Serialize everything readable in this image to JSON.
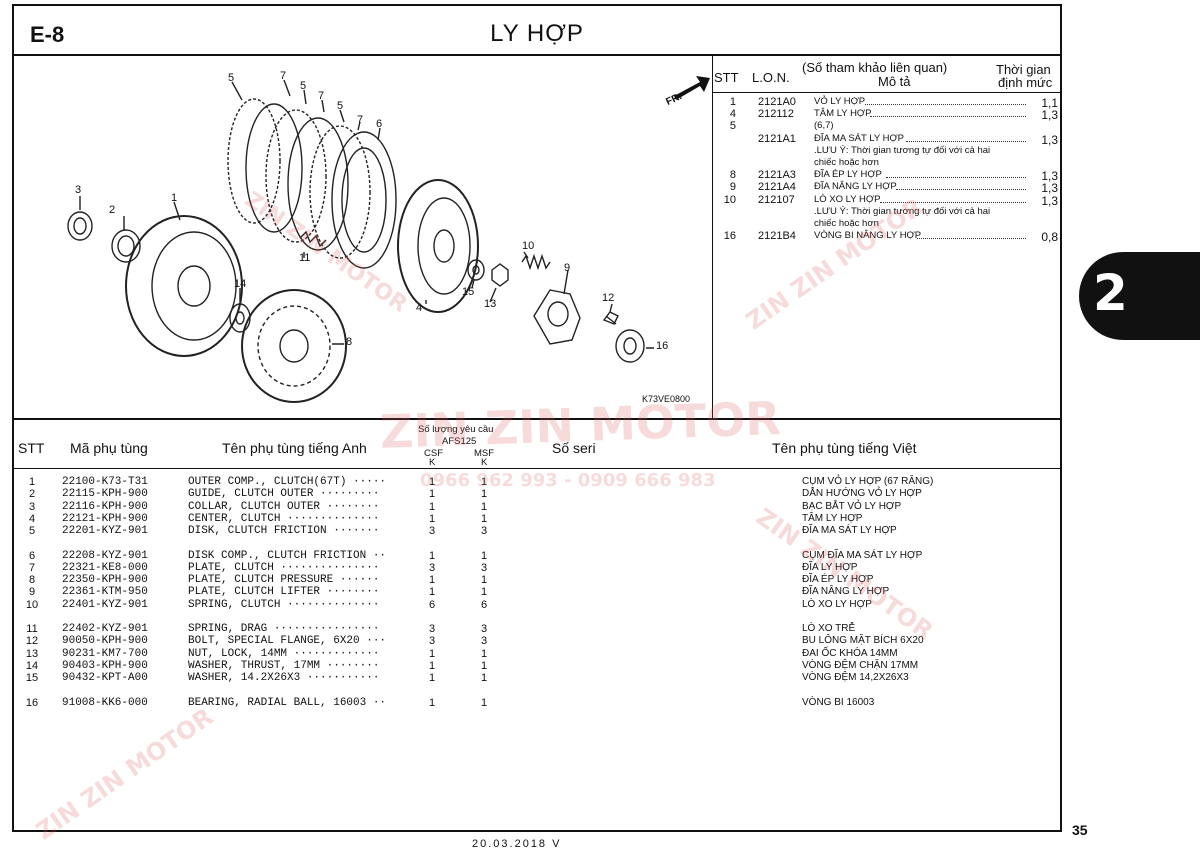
{
  "page": {
    "code": "E-8",
    "title": "LY HỢP",
    "page_number": "35",
    "section_tab": "2",
    "footer_date": "20.03.2018  V"
  },
  "diagram": {
    "id_label": "K73VE0800",
    "fr_label": "FR.",
    "callouts": [
      "5",
      "7",
      "5",
      "7",
      "5",
      "7",
      "6",
      "3",
      "1",
      "2",
      "11",
      "14",
      "8",
      "4",
      "15",
      "13",
      "10",
      "9",
      "12",
      "16"
    ]
  },
  "reference": {
    "headers": {
      "stt": "STT",
      "lon": "L.O.N.",
      "desc_line1": "(Số tham khảo liên quan)",
      "desc_line2": "Mô tả",
      "time_line1": "Thời gian",
      "time_line2": "định mức"
    },
    "rows": [
      {
        "stt": "1",
        "lon": "2121A0",
        "desc": "VỎ LY HỢP",
        "time": "1,1",
        "dots": true
      },
      {
        "stt": "4",
        "lon": "212112",
        "desc": "TÂM LY HỢP",
        "time": "1,3",
        "dots": true
      },
      {
        "stt": "5",
        "lon": "",
        "desc": "(6,7)",
        "time": "",
        "dots": false
      },
      {
        "stt": "",
        "lon": "2121A1",
        "desc": "ĐĨA MA SÁT LY HỢP",
        "time": "1,3",
        "dots": true
      },
      {
        "stt": "",
        "lon": "",
        "desc": ".LƯU Ý: Thời gian tương tự đối với cả hai",
        "time": "",
        "dots": false
      },
      {
        "stt": "",
        "lon": "",
        "desc": "chiếc hoặc hơn",
        "time": "",
        "dots": false
      },
      {
        "stt": "8",
        "lon": "2121A3",
        "desc": "ĐĨA ÉP LY HỢP",
        "time": "1,3",
        "dots": true
      },
      {
        "stt": "9",
        "lon": "2121A4",
        "desc": "ĐĨA NÂNG LY HỢP",
        "time": "1,3",
        "dots": true
      },
      {
        "stt": "10",
        "lon": "212107",
        "desc": "LÒ XO LY HỢP",
        "time": "1,3",
        "dots": true
      },
      {
        "stt": "",
        "lon": "",
        "desc": ".LƯU Ý: Thời gian tương tự đối với cả hai",
        "time": "",
        "dots": false
      },
      {
        "stt": "",
        "lon": "",
        "desc": "chiếc hoặc hơn",
        "time": "",
        "dots": false
      },
      {
        "stt": "16",
        "lon": "2121B4",
        "desc": "VÒNG BI NÂNG LY HỢP",
        "time": "0,8",
        "dots": true
      }
    ]
  },
  "table": {
    "headers": {
      "stt": "STT",
      "part_no": "Mã phụ tùng",
      "name_en": "Tên phụ tùng tiếng Anh",
      "qty_title": "Số lượng yêu cầu",
      "model": "AFS125",
      "csf": "CSF",
      "msf": "MSF",
      "k1": "K",
      "k2": "K",
      "serial": "Số seri",
      "name_vn": "Tên phụ tùng tiếng Việt"
    },
    "rows": [
      {
        "stt": "1",
        "part": "22100-K73-T31",
        "en": "OUTER COMP., CLUTCH(67T) ·····",
        "csf": "1",
        "msf": "1",
        "vn": "CỤM VỎ LY HỢP (67 RĂNG)"
      },
      {
        "stt": "2",
        "part": "22115-KPH-900",
        "en": "GUIDE, CLUTCH OUTER ·········",
        "csf": "1",
        "msf": "1",
        "vn": "DẪN HƯỚNG VỎ LY HỢP"
      },
      {
        "stt": "3",
        "part": "22116-KPH-900",
        "en": "COLLAR, CLUTCH OUTER ········",
        "csf": "1",
        "msf": "1",
        "vn": "BẠC BẮT VỎ LY HỢP"
      },
      {
        "stt": "4",
        "part": "22121-KPH-900",
        "en": "CENTER, CLUTCH ··············",
        "csf": "1",
        "msf": "1",
        "vn": "TÂM LY HỢP"
      },
      {
        "stt": "5",
        "part": "22201-KYZ-901",
        "en": "DISK, CLUTCH FRICTION ·······",
        "csf": "3",
        "msf": "3",
        "vn": "ĐĨA MA SÁT LY HỢP"
      },
      {
        "stt": "6",
        "part": "22208-KYZ-901",
        "en": "DISK COMP., CLUTCH FRICTION ··",
        "csf": "1",
        "msf": "1",
        "vn": "CỤM ĐĨA MA SÁT LY HỢP"
      },
      {
        "stt": "7",
        "part": "22321-KE8-000",
        "en": "PLATE, CLUTCH ···············",
        "csf": "3",
        "msf": "3",
        "vn": "ĐĨA LY HỢP"
      },
      {
        "stt": "8",
        "part": "22350-KPH-900",
        "en": "PLATE, CLUTCH PRESSURE ······",
        "csf": "1",
        "msf": "1",
        "vn": "ĐĨA ÉP LY HỢP"
      },
      {
        "stt": "9",
        "part": "22361-KTM-950",
        "en": "PLATE, CLUTCH LIFTER ········",
        "csf": "1",
        "msf": "1",
        "vn": "ĐĨA NÂNG LY HỢP"
      },
      {
        "stt": "10",
        "part": "22401-KYZ-901",
        "en": "SPRING, CLUTCH ··············",
        "csf": "6",
        "msf": "6",
        "vn": "LÒ XO LY HỢP"
      },
      {
        "stt": "11",
        "part": "22402-KYZ-901",
        "en": "SPRING, DRAG ················",
        "csf": "3",
        "msf": "3",
        "vn": "LÒ XO TRỄ"
      },
      {
        "stt": "12",
        "part": "90050-KPH-900",
        "en": "BOLT, SPECIAL FLANGE, 6X20 ···",
        "csf": "3",
        "msf": "3",
        "vn": "BU LÔNG MẶT BÍCH 6X20"
      },
      {
        "stt": "13",
        "part": "90231-KM7-700",
        "en": "NUT, LOCK, 14MM ·············",
        "csf": "1",
        "msf": "1",
        "vn": "ĐAI ỐC KHÓA 14MM"
      },
      {
        "stt": "14",
        "part": "90403-KPH-900",
        "en": "WASHER, THRUST, 17MM ········",
        "csf": "1",
        "msf": "1",
        "vn": "VÒNG ĐỆM CHẶN 17MM"
      },
      {
        "stt": "15",
        "part": "90432-KPT-A00",
        "en": "WASHER, 14.2X26X3 ···········",
        "csf": "1",
        "msf": "1",
        "vn": "VÒNG ĐỆM 14,2X26X3"
      },
      {
        "stt": "16",
        "part": "91008-KK6-000",
        "en": "BEARING, RADIAL BALL, 16003 ··",
        "csf": "1",
        "msf": "1",
        "vn": "VÒNG BI 16003"
      }
    ]
  },
  "watermark": {
    "brand": "ZIN ZIN MOTOR",
    "phones": "0966 962 993 - 0909 666 983"
  },
  "colors": {
    "ink": "#111111",
    "watermark": "#dc5a5a"
  }
}
